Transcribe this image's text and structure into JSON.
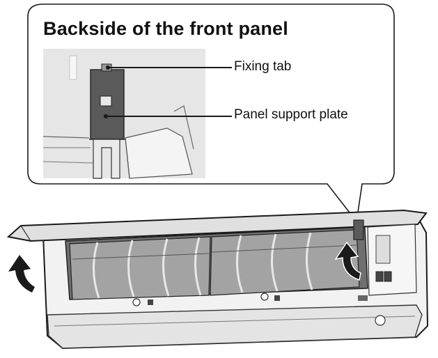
{
  "callout": {
    "title": "Backside of the front panel",
    "labels": {
      "fixing_tab": "Fixing tab",
      "panel_support_plate": "Panel support plate"
    }
  },
  "colors": {
    "line": "#1a1a1a",
    "photo_bg": "#e6e6e6",
    "unit_fill": "#f2f2f2",
    "filter_fill": "#8c8c8c",
    "plate_fill": "#5a5a5a"
  }
}
